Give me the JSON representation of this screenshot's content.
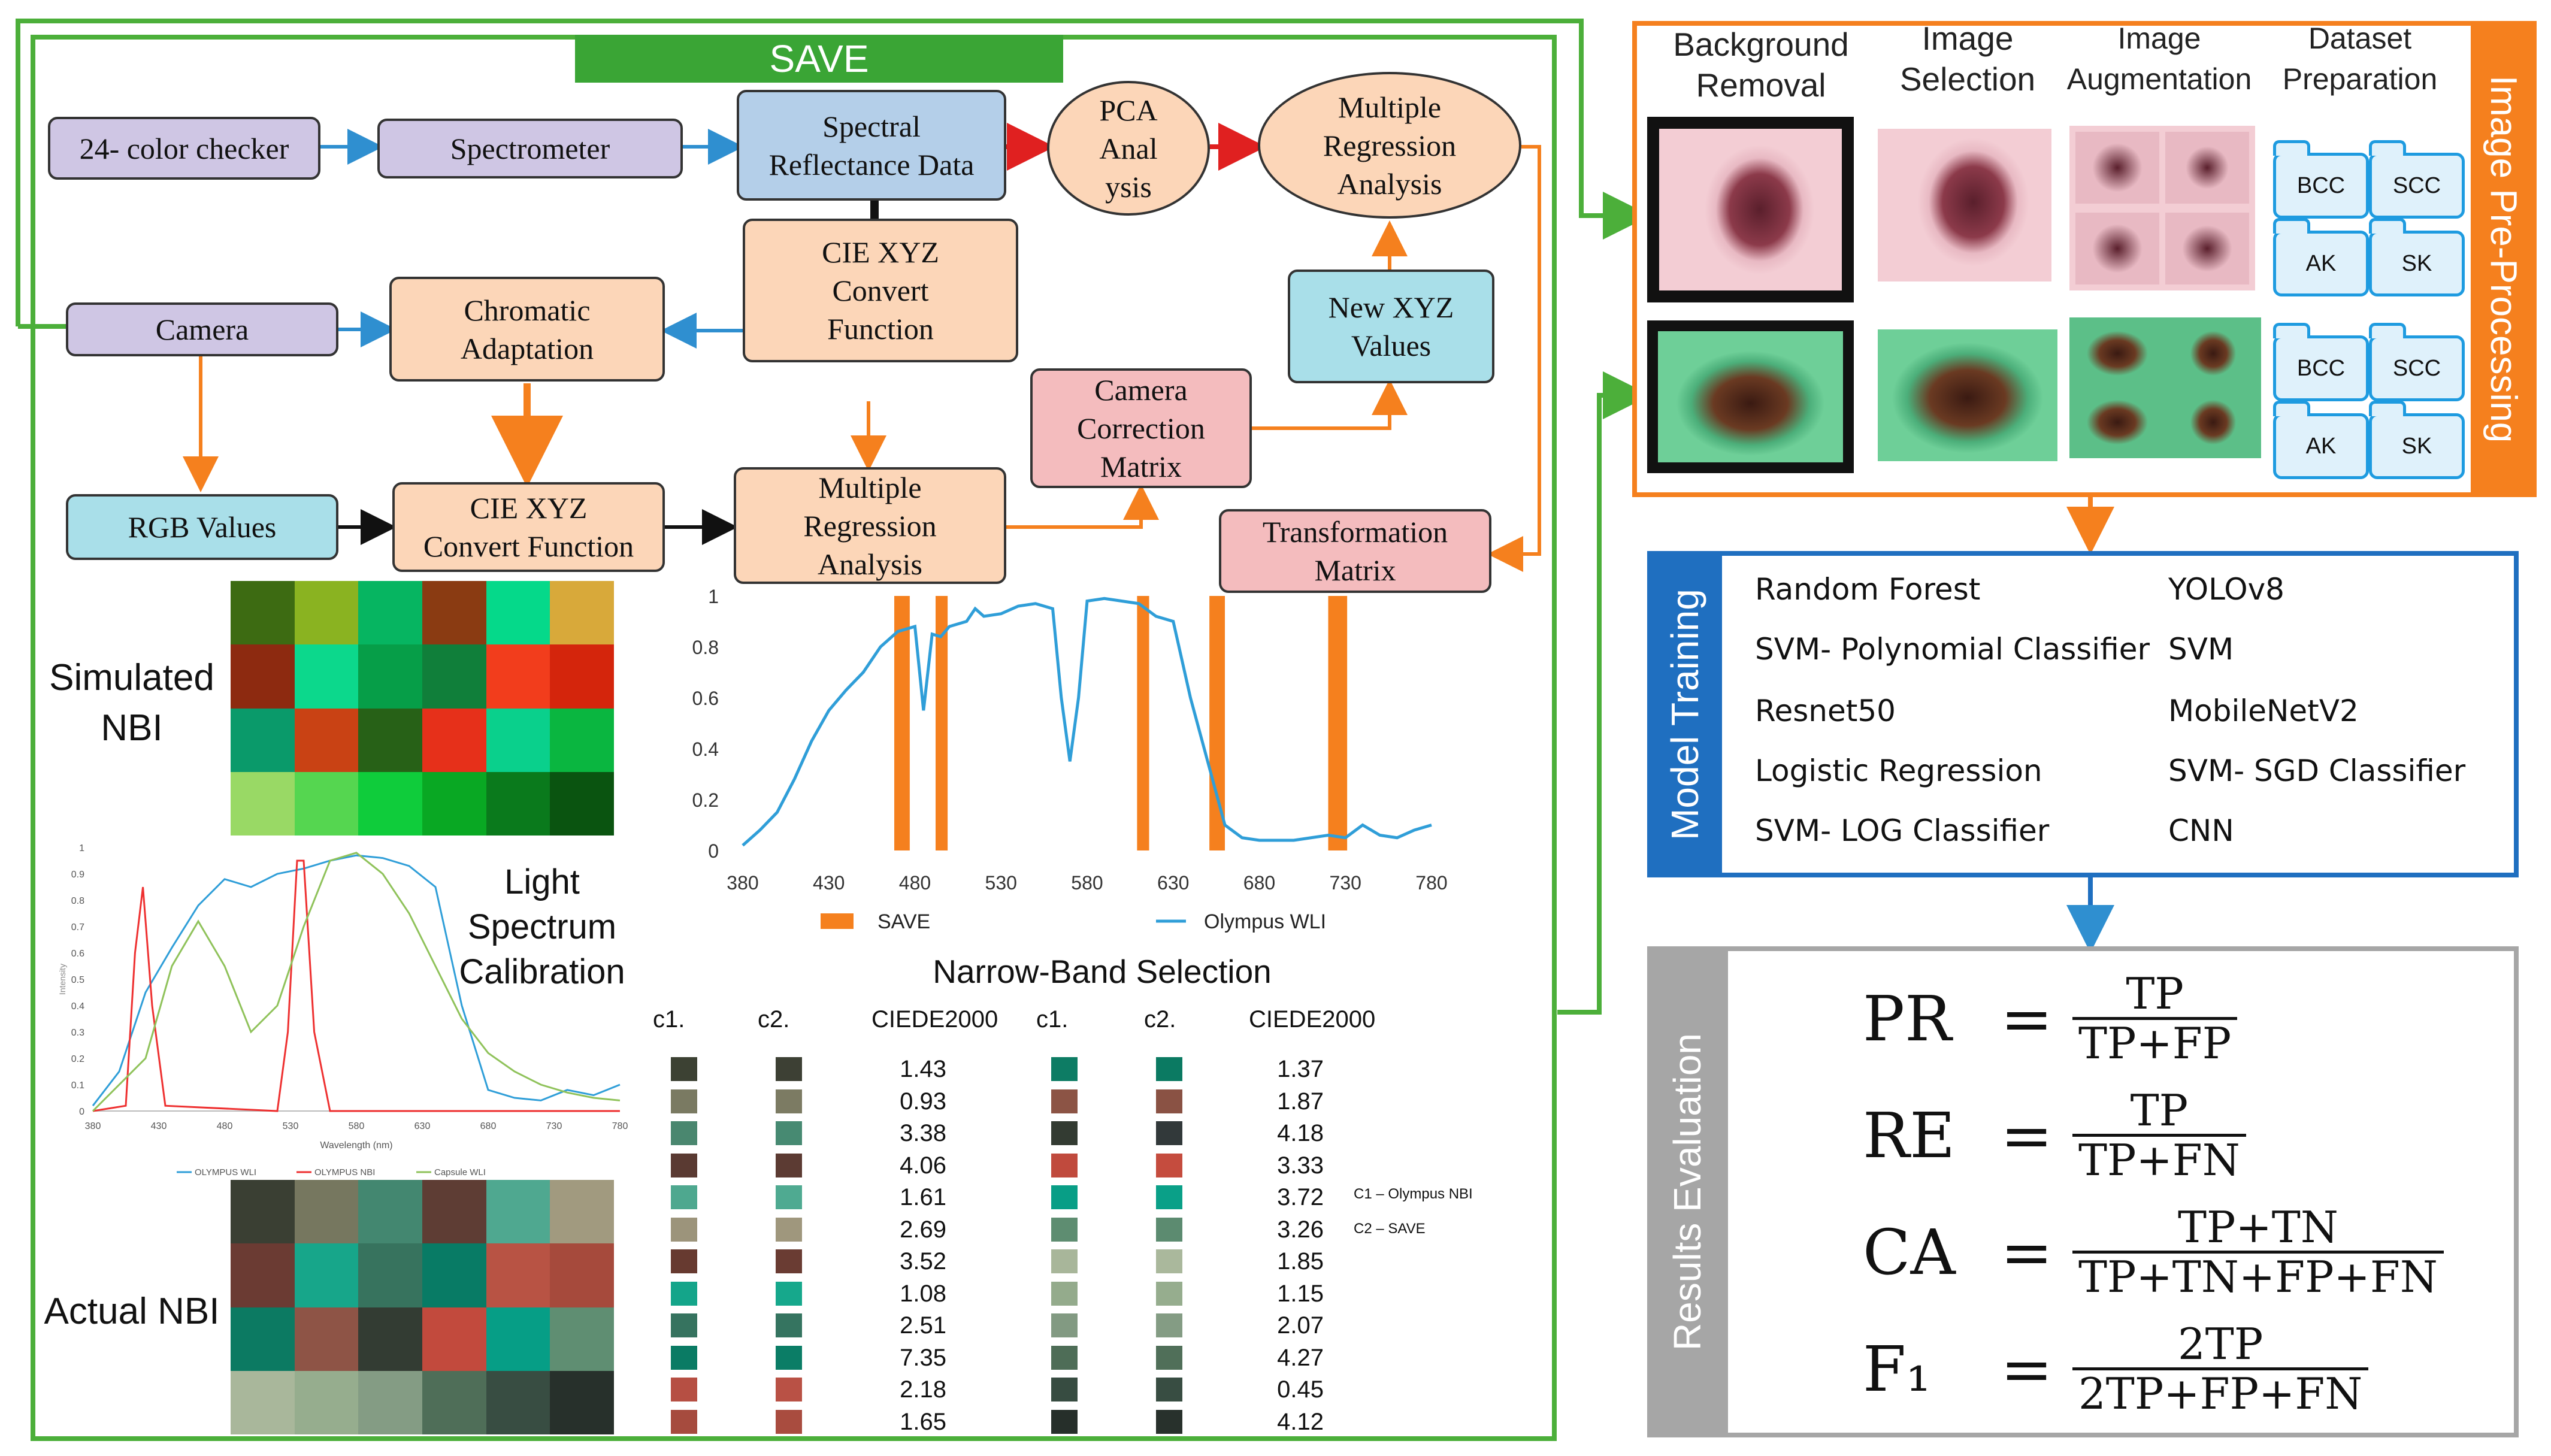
{
  "save_banner": "SAVE",
  "flow_nodes": {
    "color_checker": "24- color checker",
    "spectrometer": "Spectrometer",
    "spectral_data": "Spectral\nReflectance  Data",
    "pca": "PCA\nAnal\nysis",
    "mra_top": "Multiple\nRegression\nAnalysis",
    "cie_convert_top": "CIE XYZ\nConvert\nFunction",
    "camera": "Camera",
    "chromatic": "Chromatic\nAdaptation",
    "new_xyz": "New XYZ\nValues",
    "camera_correction": "Camera\nCorrection\nMatrix",
    "rgb_values": "RGB  Values",
    "cie_convert_bottom": "CIE XYZ\nConvert Function",
    "mra_bottom": "Multiple\nRegression\nAnalysis",
    "transformation": "Transformation\nMatrix"
  },
  "labels": {
    "simulated_nbi": "Simulated\nNBI",
    "actual_nbi": "Actual NBI",
    "light_spectrum": "Light\nSpectrum\nCalibration",
    "narrow_band": "Narrow-Band Selection"
  },
  "simulated_grid": [
    [
      "#3d6b12",
      "#8ab321",
      "#06b561",
      "#8a3b12",
      "#05d98a",
      "#d8a93a"
    ],
    [
      "#8d2a10",
      "#0cd88c",
      "#069e48",
      "#107f3a",
      "#f23d1c",
      "#d4250c"
    ],
    [
      "#0a9a6a",
      "#c94214",
      "#276117",
      "#e6301a",
      "#0ad08c",
      "#0ab640"
    ],
    [
      "#99d965",
      "#55d650",
      "#0fcc3b",
      "#09a823",
      "#0a7a1c",
      "#0a5410"
    ]
  ],
  "actual_grid": [
    [
      "#3a3f33",
      "#76775f",
      "#438770",
      "#5e3d34",
      "#4fa890",
      "#a19a7f"
    ],
    [
      "#6b3b33",
      "#17a68a",
      "#37735e",
      "#087b65",
      "#b85344",
      "#a64a3c"
    ],
    [
      "#0c7a62",
      "#8e5446",
      "#333c33",
      "#c24a3d",
      "#069e86",
      "#5f8e72"
    ],
    [
      "#a9b79b",
      "#96ad8e",
      "#849c84",
      "#4f6e58",
      "#384d42",
      "#27302b"
    ]
  ],
  "chart_data": [
    {
      "type": "line",
      "title": "",
      "xlabel": "",
      "ylabel": "",
      "xlim": [
        380,
        780
      ],
      "ylim": [
        0,
        1
      ],
      "x_ticks": [
        "380",
        "430",
        "480",
        "530",
        "580",
        "630",
        "680",
        "730",
        "780"
      ],
      "y_ticks": [
        "0",
        "0.2",
        "0.4",
        "0.6",
        "0.8",
        "1"
      ],
      "save_bands": [
        [
          468,
          477
        ],
        [
          492,
          499
        ],
        [
          609,
          616
        ],
        [
          651,
          660
        ],
        [
          720,
          731
        ]
      ],
      "series": [
        {
          "name": "Olympus WLI",
          "color": "#2f9ed8",
          "x": [
            380,
            390,
            400,
            410,
            420,
            430,
            440,
            450,
            460,
            470,
            480,
            485,
            490,
            495,
            500,
            510,
            515,
            520,
            530,
            540,
            550,
            560,
            565,
            570,
            575,
            580,
            590,
            600,
            610,
            620,
            630,
            640,
            650,
            660,
            670,
            680,
            690,
            700,
            710,
            720,
            730,
            740,
            750,
            760,
            770,
            780
          ],
          "y": [
            0.02,
            0.08,
            0.15,
            0.28,
            0.43,
            0.55,
            0.63,
            0.7,
            0.8,
            0.86,
            0.88,
            0.55,
            0.85,
            0.84,
            0.88,
            0.9,
            0.95,
            0.92,
            0.93,
            0.96,
            0.97,
            0.95,
            0.6,
            0.35,
            0.6,
            0.98,
            0.99,
            0.98,
            0.97,
            0.92,
            0.9,
            0.6,
            0.35,
            0.1,
            0.05,
            0.04,
            0.04,
            0.04,
            0.05,
            0.06,
            0.05,
            0.1,
            0.06,
            0.05,
            0.08,
            0.1
          ]
        },
        {
          "name": "SAVE",
          "color": "#f5801e",
          "x": [],
          "y": []
        }
      ],
      "legend": [
        "SAVE",
        "Olympus WLI"
      ]
    },
    {
      "type": "line",
      "title": "",
      "xlabel": "Wavelength (nm)",
      "ylabel": "Intensity",
      "xlim": [
        380,
        780
      ],
      "ylim": [
        0,
        1
      ],
      "x_ticks": [
        "380",
        "430",
        "480",
        "530",
        "580",
        "630",
        "680",
        "730",
        "780"
      ],
      "y_ticks": [
        "0",
        "0.1",
        "0.2",
        "0.3",
        "0.4",
        "0.5",
        "0.6",
        "0.7",
        "0.8",
        "0.9",
        "1"
      ],
      "series": [
        {
          "name": "OLYMPUS WLI",
          "color": "#2f9ed8",
          "x": [
            380,
            400,
            420,
            440,
            460,
            480,
            500,
            520,
            540,
            560,
            580,
            600,
            620,
            640,
            660,
            680,
            700,
            720,
            740,
            760,
            780
          ],
          "y": [
            0.02,
            0.15,
            0.45,
            0.62,
            0.78,
            0.88,
            0.85,
            0.9,
            0.92,
            0.95,
            0.97,
            0.96,
            0.93,
            0.85,
            0.4,
            0.08,
            0.05,
            0.04,
            0.08,
            0.06,
            0.1
          ]
        },
        {
          "name": "OLYMPUS NBI",
          "color": "#ee3030",
          "x": [
            380,
            405,
            412,
            418,
            425,
            435,
            520,
            528,
            535,
            540,
            548,
            560,
            780
          ],
          "y": [
            0,
            0.02,
            0.6,
            0.85,
            0.4,
            0.02,
            0.0,
            0.3,
            0.95,
            0.95,
            0.3,
            0.0,
            0.0
          ]
        },
        {
          "name": "Capsule WLI",
          "color": "#8fc25a",
          "x": [
            380,
            420,
            440,
            460,
            480,
            500,
            520,
            540,
            560,
            580,
            600,
            620,
            640,
            660,
            680,
            700,
            720,
            740,
            760,
            780
          ],
          "y": [
            0.0,
            0.2,
            0.55,
            0.72,
            0.55,
            0.3,
            0.4,
            0.7,
            0.95,
            0.98,
            0.9,
            0.75,
            0.55,
            0.35,
            0.22,
            0.15,
            0.1,
            0.07,
            0.05,
            0.04
          ]
        }
      ],
      "legend": [
        "OLYMPUS WLI",
        "OLYMPUS NBI",
        "Capsule WLI"
      ]
    },
    {
      "type": "table",
      "headers": [
        "c1.",
        "c2.",
        "CIEDE2000",
        "c1.",
        "c2.",
        "CIEDE2000"
      ],
      "left_values": [
        "1.43",
        "0.93",
        "3.38",
        "4.06",
        "1.61",
        "2.69",
        "3.52",
        "1.08",
        "2.51",
        "7.35",
        "2.18",
        "1.65"
      ],
      "right_values": [
        "1.37",
        "1.87",
        "4.18",
        "3.33",
        "3.72",
        "3.26",
        "1.85",
        "1.15",
        "2.07",
        "4.27",
        "0.45",
        "4.12"
      ],
      "left_c1": [
        "#3c4133",
        "#7a7a62",
        "#4a876f",
        "#5a3a32",
        "#4ea88f",
        "#9c947b",
        "#673a30",
        "#14a58a",
        "#36735f",
        "#0a7b64",
        "#b64f43",
        "#a64b3e"
      ],
      "left_c2": [
        "#3d4034",
        "#7c7b63",
        "#478a72",
        "#5c3b33",
        "#4faa91",
        "#9f977d",
        "#6a3c33",
        "#16a88c",
        "#357460",
        "#0b7d66",
        "#b95145",
        "#a94c3f"
      ],
      "right_c1": [
        "#0d7c64",
        "#8c5445",
        "#333b32",
        "#c04a3d",
        "#089e86",
        "#5e8d71",
        "#a8b69a",
        "#94ab8c",
        "#829a82",
        "#4e6d57",
        "#374c41",
        "#262f2a"
      ],
      "right_c2": [
        "#0b7a62",
        "#8a5244",
        "#32393a",
        "#c54c3e",
        "#0aa088",
        "#5c8b70",
        "#aab89c",
        "#96ad8e",
        "#849c84",
        "#506f59",
        "#384d42",
        "#28312c"
      ],
      "notes": [
        "C1 – Olympus NBI",
        "C2 – SAVE"
      ]
    }
  ],
  "preprocessing": {
    "side_title": "Image Pre-Processing",
    "headers": [
      "Background\nRemoval",
      "Image\nSelection",
      "Image\nAugmentation",
      "Dataset\nPreparation"
    ],
    "folders": [
      "BCC",
      "SCC",
      "AK",
      "SK",
      "BCC",
      "SCC",
      "AK",
      "SK"
    ]
  },
  "model_training": {
    "side_title": "Model Training",
    "left": [
      "Random Forest",
      "SVM- Polynomial Classifier",
      "Resnet50",
      "Logistic Regression",
      "SVM- LOG Classifier"
    ],
    "right": [
      "YOLOv8",
      "SVM",
      "MobileNetV2",
      "SVM- SGD Classifier",
      "CNN"
    ]
  },
  "results": {
    "side_title": "Results Evaluation",
    "formulas": [
      {
        "lhs": "PR",
        "num": "TP",
        "den": "TP+FP"
      },
      {
        "lhs": "RE",
        "num": "TP",
        "den": "TP+FN"
      },
      {
        "lhs": "CA",
        "num": "TP+TN",
        "den": "TP+TN+FP+FN"
      },
      {
        "lhs": "F₁",
        "num": "2TP",
        "den": "2TP+FP+FN"
      }
    ]
  },
  "colors": {
    "green": "#4caf3a",
    "orange": "#f5801e",
    "blue": "#1f6fc0",
    "gray": "#a6a6a6"
  }
}
